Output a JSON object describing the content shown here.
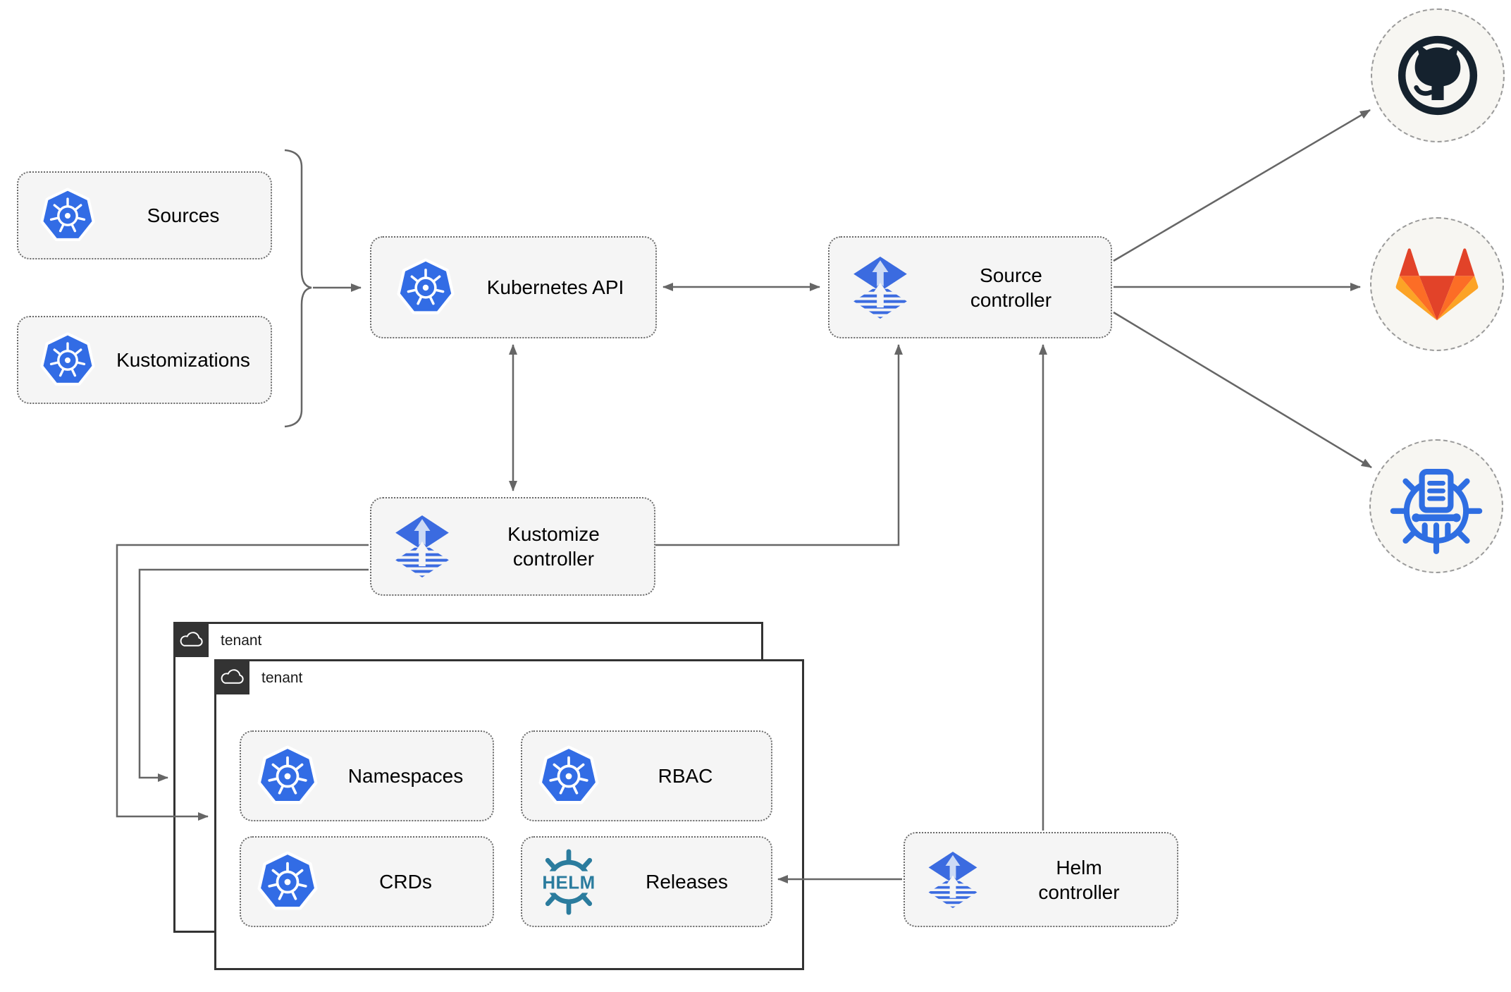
{
  "colors": {
    "kubernetes_blue": "#326ce5",
    "flux_blue": "#3b6be0",
    "helm_teal": "#2b7c9e",
    "github_dark": "#15222e",
    "gitlab_red": "#e24329",
    "gitlab_orange": "#fc6d26",
    "gitlab_yellow": "#fca326",
    "chartmuseum_blue": "#2f6ee2",
    "node_fill": "#f5f5f5",
    "line_gray": "#666666"
  },
  "nodes": {
    "sources": {
      "label": "Sources",
      "icon": "kubernetes-icon"
    },
    "kustomizations": {
      "label": "Kustomizations",
      "icon": "kubernetes-icon"
    },
    "kubernetes_api": {
      "label": "Kubernetes API",
      "icon": "kubernetes-icon"
    },
    "source_controller": {
      "label": "Source controller",
      "icon": "flux-icon"
    },
    "kustomize_controller": {
      "label": "Kustomize controller",
      "icon": "flux-icon"
    },
    "helm_controller": {
      "label": "Helm controller",
      "icon": "flux-icon"
    },
    "namespaces": {
      "label": "Namespaces",
      "icon": "kubernetes-icon"
    },
    "rbac": {
      "label": "RBAC",
      "icon": "kubernetes-icon"
    },
    "crds": {
      "label": "CRDs",
      "icon": "kubernetes-icon"
    },
    "releases": {
      "label": "Releases",
      "icon": "helm-icon"
    }
  },
  "tenants": {
    "outer": {
      "label": "tenant",
      "icon": "cloud-icon"
    },
    "inner": {
      "label": "tenant",
      "icon": "cloud-icon"
    }
  },
  "external_targets": {
    "github": {
      "icon": "github-icon"
    },
    "gitlab": {
      "icon": "gitlab-icon"
    },
    "chartmuseum": {
      "icon": "chartmuseum-icon"
    }
  }
}
